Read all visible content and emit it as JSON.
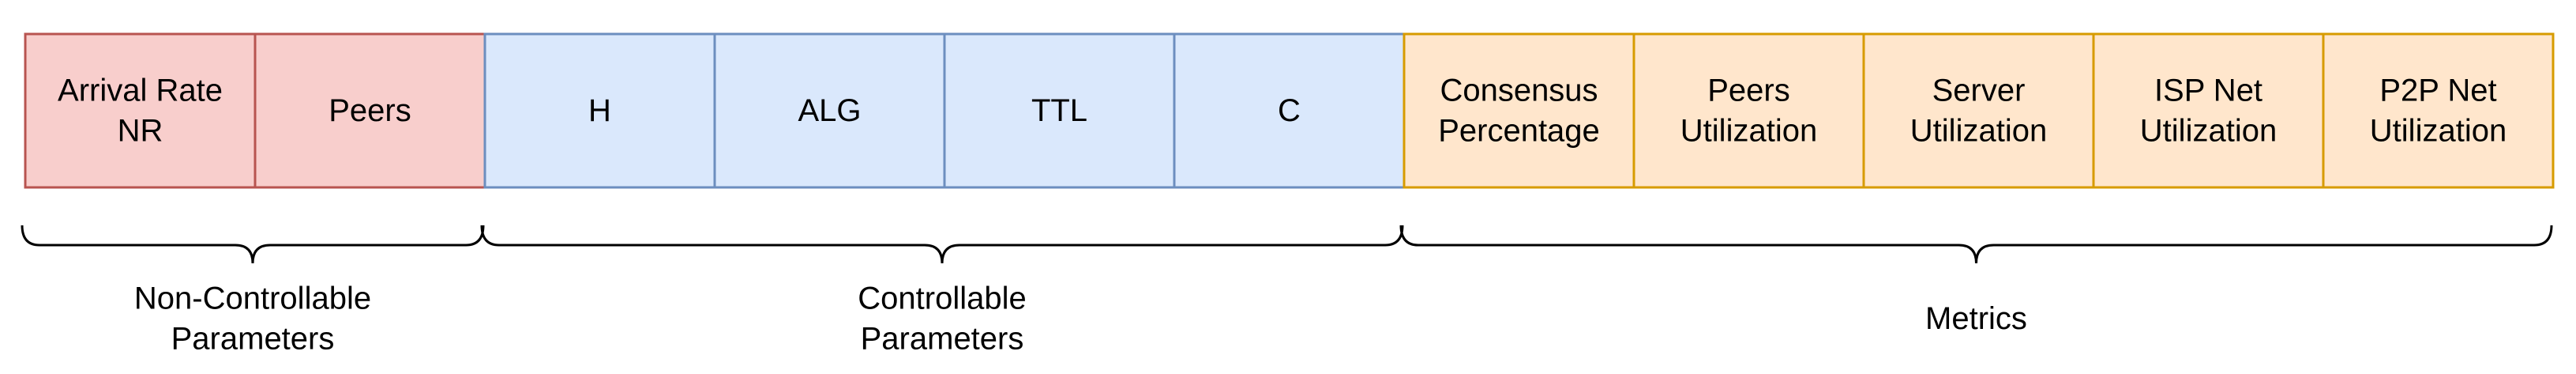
{
  "groups": [
    {
      "label": [
        "Non-Controllable",
        "Parameters"
      ],
      "fill": "#f8cecc",
      "stroke": "#b85450",
      "cells": [
        [
          "Arrival Rate",
          "NR"
        ],
        [
          "Peers"
        ]
      ]
    },
    {
      "label": [
        "Controllable",
        "Parameters"
      ],
      "fill": "#dae8fc",
      "stroke": "#6c8ebf",
      "cells": [
        [
          "H"
        ],
        [
          "ALG"
        ],
        [
          "TTL"
        ],
        [
          "C"
        ]
      ]
    },
    {
      "label": [
        "Metrics"
      ],
      "fill": "#ffe6cc",
      "stroke": "#d79b00",
      "cells": [
        [
          "Consensus",
          "Percentage"
        ],
        [
          "Peers",
          "Utilization"
        ],
        [
          "Server",
          "Utilization"
        ],
        [
          "ISP Net",
          "Utilization"
        ],
        [
          "P2P Net",
          "Utilization"
        ]
      ]
    }
  ]
}
